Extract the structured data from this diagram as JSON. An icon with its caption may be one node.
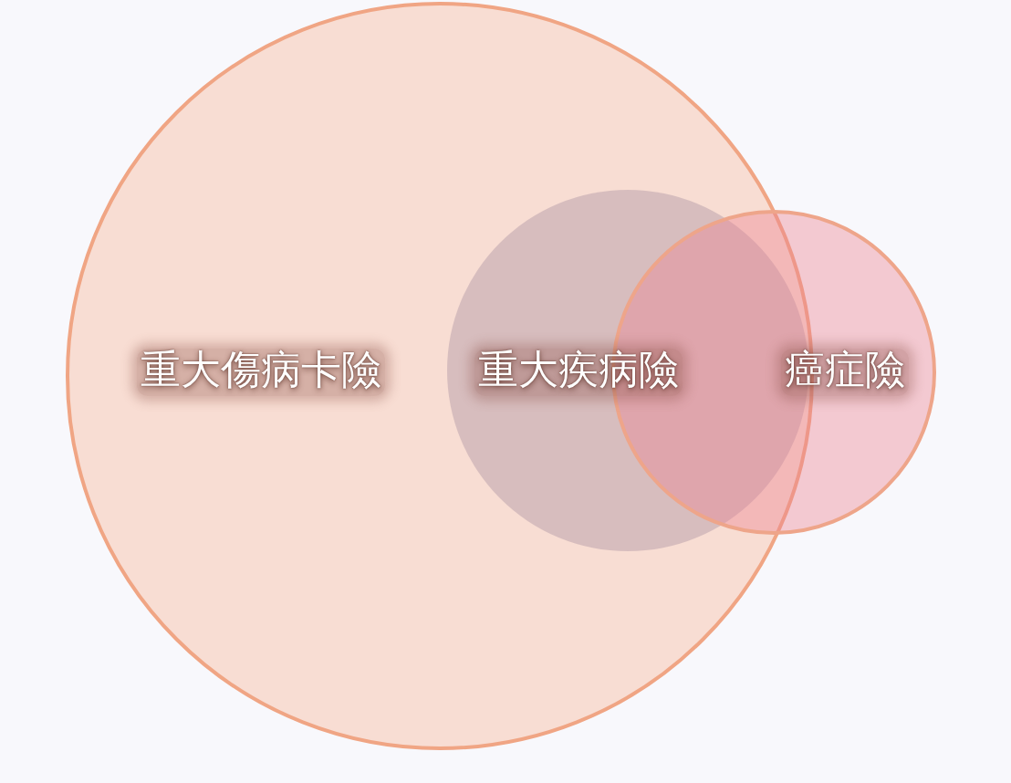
{
  "diagram": {
    "nodes": [
      {
        "text": [
          "重大傷病卡險"
        ]
      },
      {
        "text": [
          "重大疾病險"
        ],
        "in": 0
      },
      {
        "text": [
          "癌症險"
        ]
      }
    ]
  }
}
